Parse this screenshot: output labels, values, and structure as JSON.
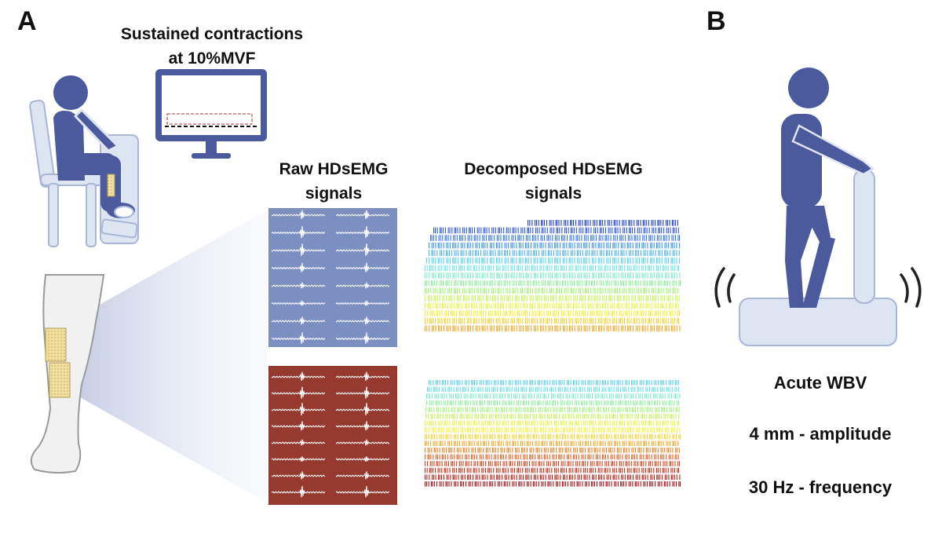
{
  "panels": {
    "a_label": "A",
    "b_label": "B"
  },
  "protocol": {
    "line1": "Sustained contractions",
    "line2": "at 10%MVF"
  },
  "raw_signals": {
    "line1": "Raw HDsEMG",
    "line2": "signals"
  },
  "decomposed_signals": {
    "line1": "Decomposed HDsEMG",
    "line2": "signals"
  },
  "wbv": {
    "title": "Acute WBV",
    "amplitude": "4 mm - amplitude",
    "frequency": "30 Hz - frequency"
  },
  "colors": {
    "figure": "#4a5a9c",
    "chair": "#dde4f2",
    "raw_top_bg": "#7b8fc0",
    "raw_bottom_bg": "#963a30",
    "electrode": "#efe0a0"
  }
}
